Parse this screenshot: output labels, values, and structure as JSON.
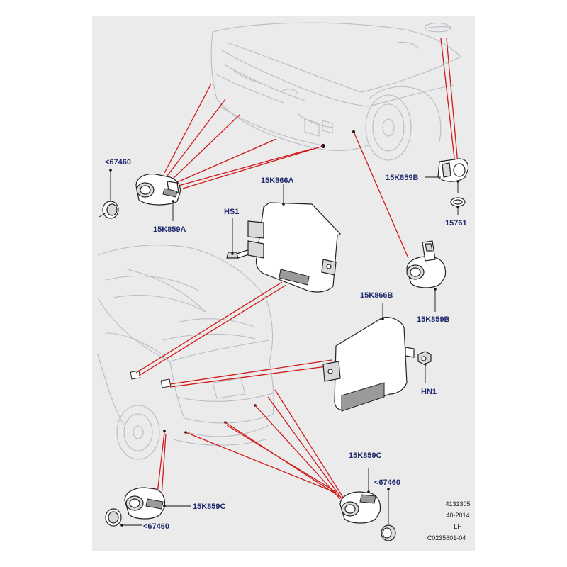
{
  "labels": {
    "ring_front": "<67460",
    "sensor_front_a": "15K859A",
    "sensor_front_b_top": "15K859B",
    "seal_front_b": "15761",
    "module_front": "15K866A",
    "screw": "HS1",
    "sensor_front_b_mid": "15K859B",
    "module_rear": "15K866B",
    "nut": "HN1",
    "sensor_rear_c_right": "15K859C",
    "ring_rear_right": "<67460",
    "sensor_rear_c_left": "15K859C",
    "ring_rear_left": "<67460"
  },
  "meta": {
    "line1": "4131305",
    "line2": "40-2014",
    "line3": "LH",
    "line4": "C0235601-04"
  },
  "colors": {
    "callout_text": "#1f2a6e",
    "leader_red": "#d11a1a",
    "panel_bg": "#ebebeb",
    "vehicle_line": "#b9bcc4"
  }
}
